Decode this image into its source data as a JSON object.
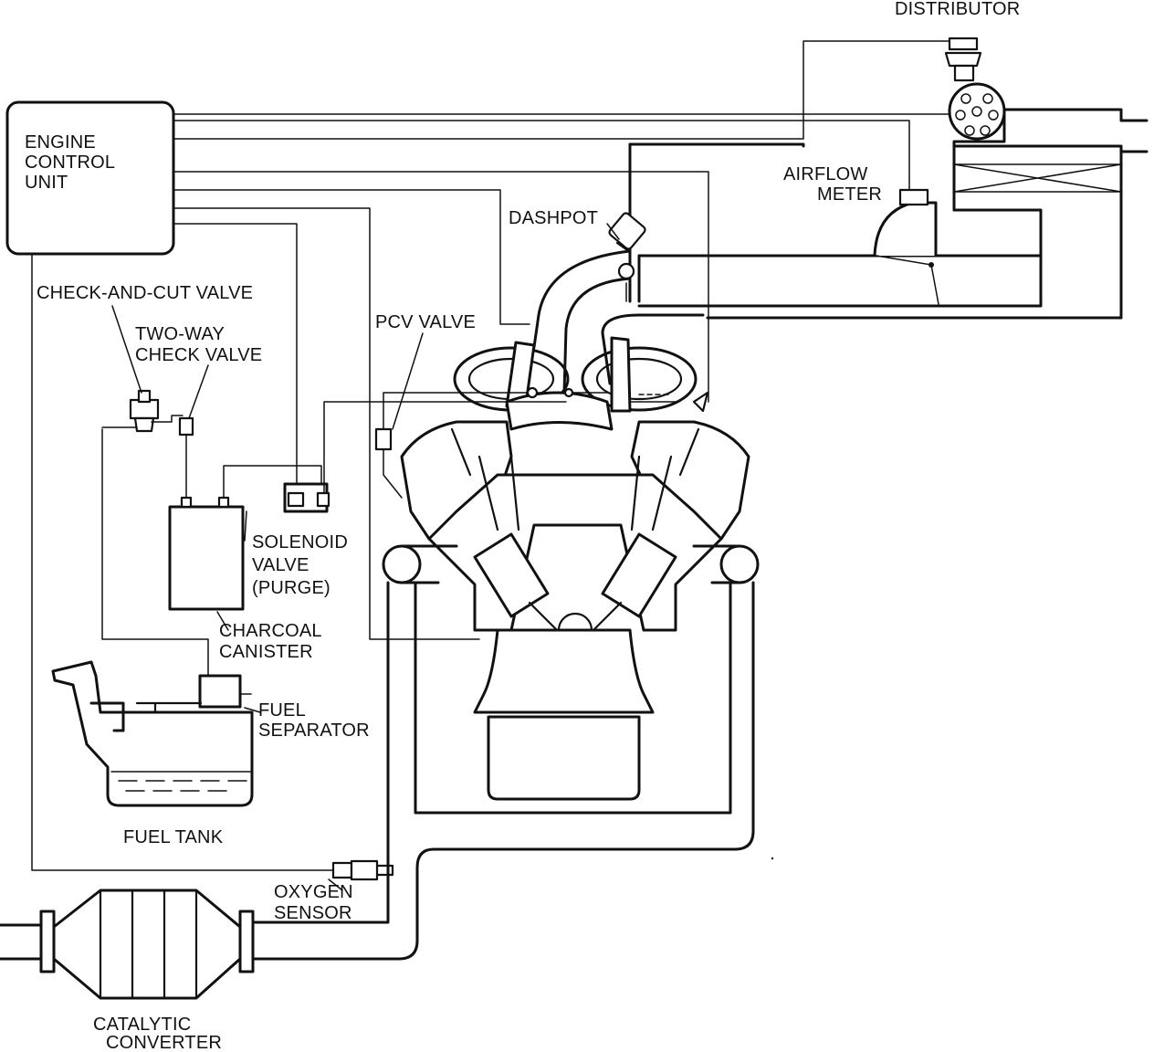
{
  "labels": {
    "distributor": "DISTRIBUTOR",
    "ecu_line1": "ENGINE",
    "ecu_line2": "CONTROL",
    "ecu_line3": "UNIT",
    "airflow_line1": "AIRFLOW",
    "airflow_line2": "METER",
    "dashpot": "DASHPOT",
    "check_and_cut_valve": "CHECK-AND-CUT VALVE",
    "two_way_line1": "TWO-WAY",
    "two_way_line2": "CHECK VALVE",
    "pcv_valve": "PCV VALVE",
    "solenoid_line1": "SOLENOID",
    "solenoid_line2": "VALVE",
    "solenoid_line3": "(PURGE)",
    "charcoal_line1": "CHARCOAL",
    "charcoal_line2": "CANISTER",
    "fuel_sep_line1": "FUEL",
    "fuel_sep_line2": "SEPARATOR",
    "fuel_tank": "FUEL TANK",
    "oxygen_line1": "OXYGEN",
    "oxygen_line2": "SENSOR",
    "catalytic_line1": "CATALYTIC",
    "catalytic_line2": "CONVERTER"
  },
  "colors": {
    "ink": "#111111",
    "paper": "#ffffff"
  }
}
